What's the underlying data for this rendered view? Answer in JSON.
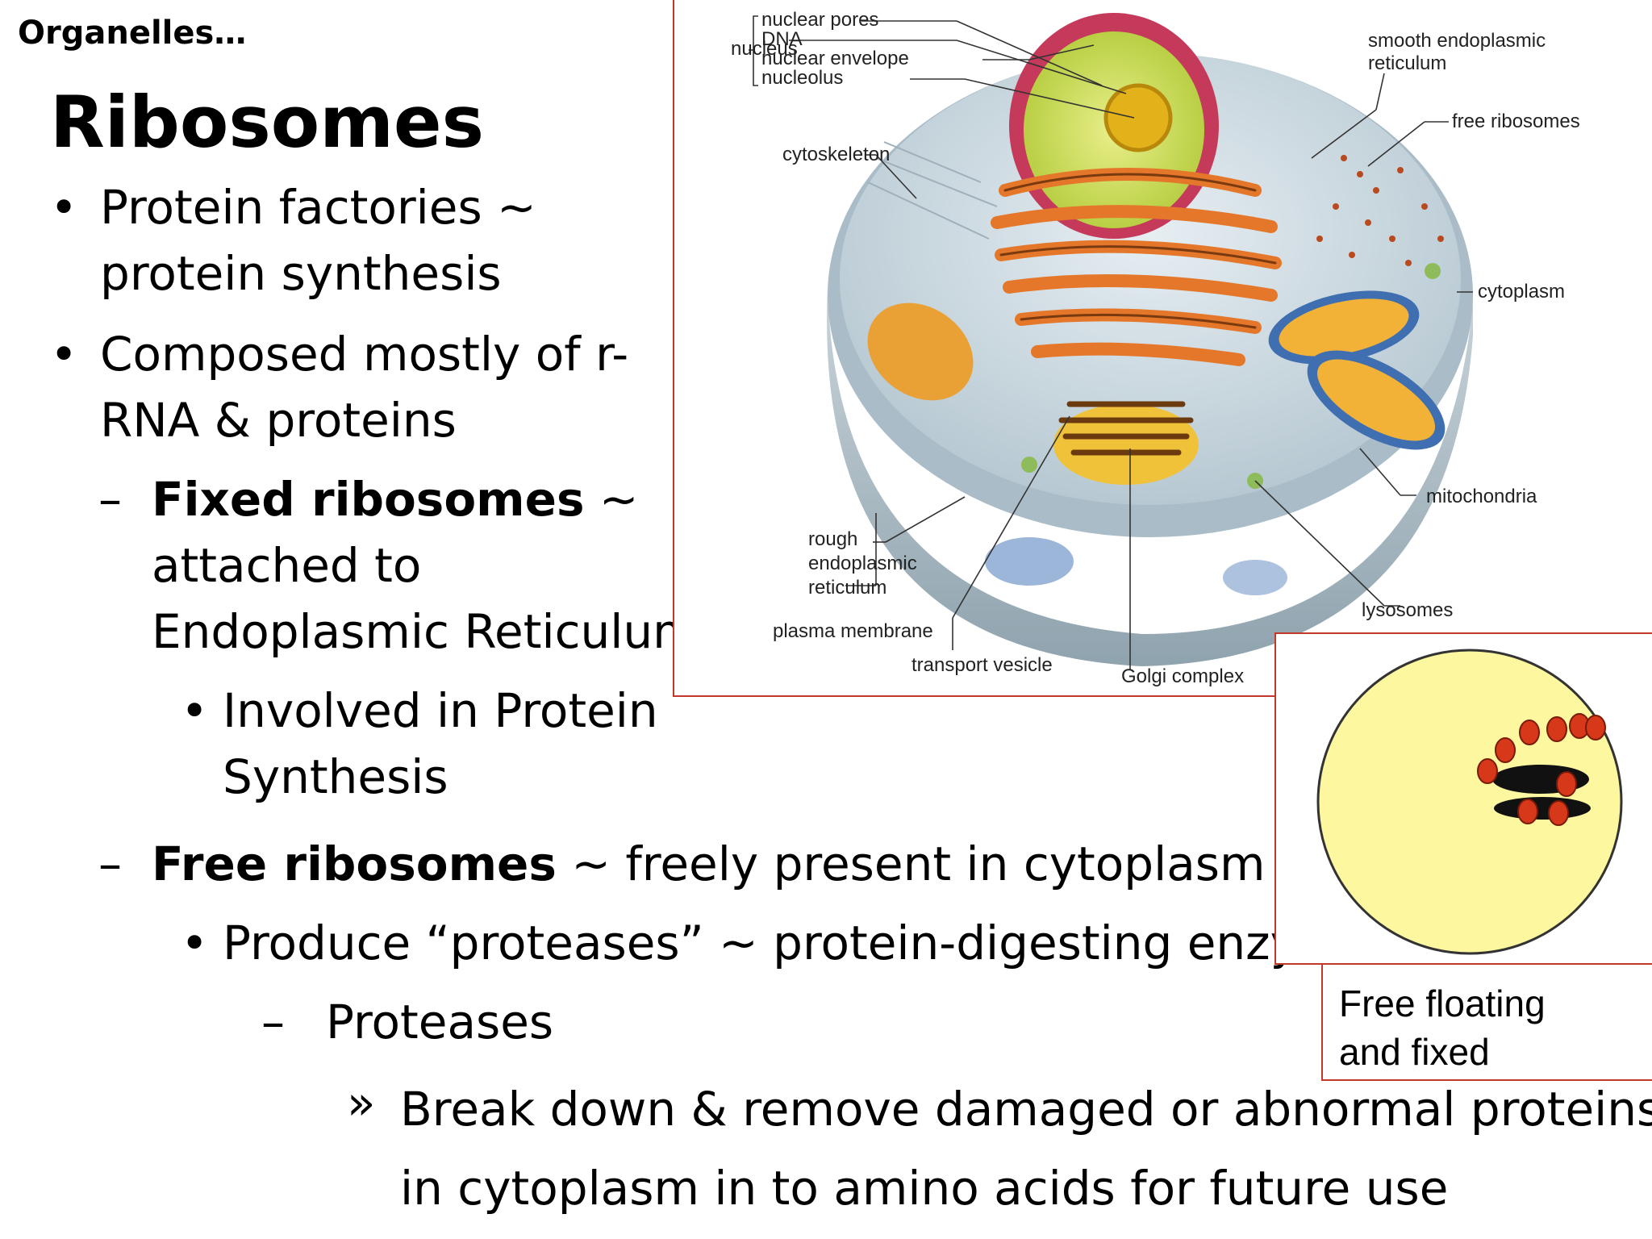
{
  "slide": {
    "kicker": "Organelles…",
    "title": "Ribosomes",
    "bullets": {
      "b1_line1": "Protein factories ~",
      "b1_line2": "protein synthesis",
      "b2_line1": "Composed mostly of r-",
      "b2_line2": "RNA & proteins",
      "fixed_bold": "Fixed ribosomes",
      "fixed_rest1": " ~",
      "fixed_line2": "attached to",
      "fixed_line3": "Endoplasmic Reticulum",
      "involved_line1": "Involved in Protein",
      "involved_line2": "Synthesis",
      "free_bold": "Free ribosomes",
      "free_rest": " ~ freely present in cytoplasm",
      "produce": "Produce “proteases” ~ protein-digesting enzym",
      "proteases": "Proteases",
      "break1": "Break down & remove damaged or abnormal proteins",
      "break2": "in cytoplasm in to amino acids for future use"
    },
    "markers": {
      "bullet": "•",
      "dash": "–",
      "raquo": "»"
    }
  },
  "cell_diagram": {
    "labels": {
      "nucleus": "nucleus",
      "nuclear_pores": "nuclear pores",
      "dna": "DNA",
      "nuclear_envelope": "nuclear envelope",
      "nucleolus": "nucleolus",
      "smooth_er_1": "smooth endoplasmic",
      "smooth_er_2": "reticulum",
      "free_ribosomes": "free ribosomes",
      "cytoskeleton": "cytoskeleton",
      "cytoplasm": "cytoplasm",
      "mitochondria": "mitochondria",
      "rough_er_1": "rough",
      "rough_er_2": "endoplasmic",
      "rough_er_3": "reticulum",
      "lysosomes": "lysosomes",
      "plasma_membrane": "plasma membrane",
      "transport_vesicle": "transport vesicle",
      "golgi_complex": "Golgi complex"
    }
  },
  "ribosome_inset": {
    "caption_line1": "Free floating",
    "caption_line2": "and fixed"
  },
  "colors": {
    "frame": "#c0392b",
    "inset_fill": "#fdf7a0",
    "ribosome": "#d8381a"
  }
}
